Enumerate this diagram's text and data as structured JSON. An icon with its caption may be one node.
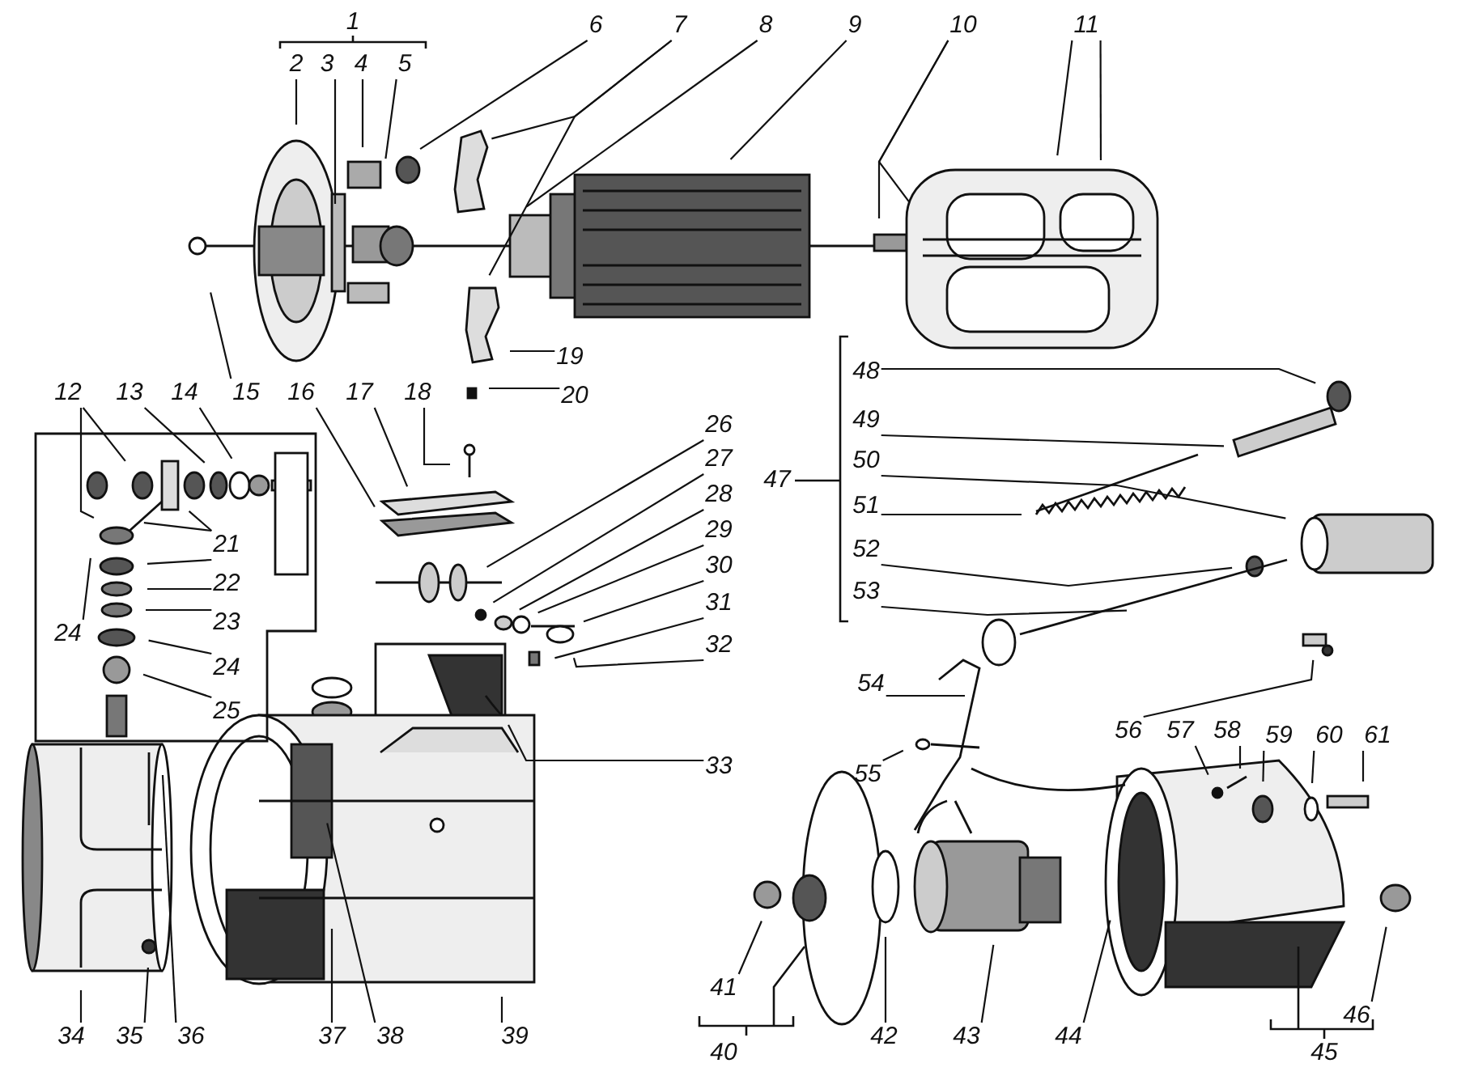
{
  "diagram": {
    "nodes": [
      {
        "text": [
          "2"
        ]
      },
      {
        "text": [
          "3"
        ]
      },
      {
        "text": [
          "4"
        ]
      },
      {
        "text": [
          "5"
        ]
      },
      {
        "text": [
          "6"
        ]
      },
      {
        "text": [
          "7"
        ]
      },
      {
        "text": [
          "8"
        ]
      },
      {
        "text": [
          "9"
        ]
      },
      {
        "text": [
          "10"
        ]
      },
      {
        "text": [
          "11"
        ]
      },
      {
        "text": [
          "12"
        ]
      },
      {
        "text": [
          "13"
        ]
      },
      {
        "text": [
          "14"
        ]
      },
      {
        "text": [
          "15"
        ]
      },
      {
        "text": [
          "16"
        ]
      },
      {
        "text": [
          "17"
        ]
      },
      {
        "text": [
          "18"
        ]
      },
      {
        "text": [
          "19"
        ]
      },
      {
        "text": [
          "20"
        ]
      },
      {
        "text": [
          "21"
        ]
      },
      {
        "text": [
          "22"
        ]
      },
      {
        "text": [
          "23"
        ]
      },
      {
        "text": [
          "24"
        ]
      },
      {
        "text": [
          "24"
        ]
      },
      {
        "text": [
          "25"
        ]
      },
      {
        "text": [
          "26"
        ]
      },
      {
        "text": [
          "27"
        ]
      },
      {
        "text": [
          "28"
        ]
      },
      {
        "text": [
          "29"
        ]
      },
      {
        "text": [
          "30"
        ]
      },
      {
        "text": [
          "31"
        ]
      },
      {
        "text": [
          "32"
        ]
      },
      {
        "text": [
          "33"
        ]
      },
      {
        "text": [
          "34"
        ]
      },
      {
        "text": [
          "35"
        ]
      },
      {
        "text": [
          "36"
        ]
      },
      {
        "text": [
          "37"
        ]
      },
      {
        "text": [
          "38"
        ]
      },
      {
        "text": [
          "39"
        ]
      },
      {
        "text": [
          "41"
        ]
      },
      {
        "text": [
          "42"
        ]
      },
      {
        "text": [
          "43"
        ]
      },
      {
        "text": [
          "44"
        ]
      },
      {
        "text": [
          "46"
        ]
      },
      {
        "text": [
          "48"
        ]
      },
      {
        "text": [
          "49"
        ]
      },
      {
        "text": [
          "50"
        ]
      },
      {
        "text": [
          "51"
        ]
      },
      {
        "text": [
          "52"
        ]
      },
      {
        "text": [
          "53"
        ]
      },
      {
        "text": [
          "54"
        ]
      },
      {
        "text": [
          "55"
        ]
      },
      {
        "text": [
          "56"
        ]
      },
      {
        "text": [
          "57"
        ]
      },
      {
        "text": [
          "58"
        ]
      },
      {
        "text": [
          "59"
        ]
      },
      {
        "text": [
          "60"
        ]
      },
      {
        "text": [
          "61"
        ]
      }
    ],
    "edges": [
      {
        "from": 0,
        "to": null,
        "arrow": "none"
      },
      {
        "from": 1,
        "to": null,
        "arrow": "none"
      },
      {
        "from": 2,
        "to": null,
        "arrow": "none"
      },
      {
        "from": 3,
        "to": null,
        "arrow": "none"
      },
      {
        "from": 4,
        "to": null,
        "arrow": "none"
      },
      {
        "from": 5,
        "to": null,
        "arrow": "none"
      },
      {
        "from": 5,
        "to": null,
        "arrow": "none"
      },
      {
        "from": 6,
        "to": null,
        "arrow": "none"
      },
      {
        "from": 7,
        "to": null,
        "arrow": "none"
      },
      {
        "from": 8,
        "to": null,
        "arrow": "none"
      },
      {
        "from": 8,
        "to": null,
        "arrow": "none"
      },
      {
        "from": 9,
        "to": null,
        "arrow": "none"
      },
      {
        "from": 9,
        "to": null,
        "arrow": "none"
      },
      {
        "from": 10,
        "to": null,
        "arrow": "none"
      },
      {
        "from": 10,
        "to": null,
        "arrow": "none"
      },
      {
        "from": 11,
        "to": null,
        "arrow": "none"
      },
      {
        "from": 12,
        "to": null,
        "arrow": "none"
      },
      {
        "from": 13,
        "to": null,
        "arrow": "none"
      },
      {
        "from": 14,
        "to": null,
        "arrow": "none"
      },
      {
        "from": 15,
        "to": null,
        "arrow": "none"
      },
      {
        "from": 16,
        "to": null,
        "arrow": "none"
      },
      {
        "from": 17,
        "to": null,
        "arrow": "none"
      },
      {
        "from": 18,
        "to": null,
        "arrow": "none"
      },
      {
        "from": 19,
        "to": null,
        "arrow": "none"
      },
      {
        "from": 19,
        "to": null,
        "arrow": "none"
      },
      {
        "from": 19,
        "to": null,
        "arrow": "none"
      },
      {
        "from": 20,
        "to": null,
        "arrow": "none"
      },
      {
        "from": 21,
        "to": null,
        "arrow": "none"
      },
      {
        "from": 22,
        "to": null,
        "arrow": "none"
      },
      {
        "from": 23,
        "to": null,
        "arrow": "none"
      },
      {
        "from": 24,
        "to": null,
        "arrow": "none"
      },
      {
        "from": 25,
        "to": null,
        "arrow": "none"
      },
      {
        "from": 26,
        "to": null,
        "arrow": "none"
      },
      {
        "from": 27,
        "to": null,
        "arrow": "none"
      },
      {
        "from": 28,
        "to": null,
        "arrow": "none"
      },
      {
        "from": 29,
        "to": null,
        "arrow": "none"
      },
      {
        "from": 30,
        "to": null,
        "arrow": "none"
      },
      {
        "from": 31,
        "to": null,
        "arrow": "none"
      },
      {
        "from": 32,
        "to": null,
        "arrow": "none"
      },
      {
        "from": 33,
        "to": null,
        "arrow": "none"
      },
      {
        "from": 34,
        "to": null,
        "arrow": "none"
      },
      {
        "from": 35,
        "to": null,
        "arrow": "none"
      },
      {
        "from": 36,
        "to": null,
        "arrow": "none"
      },
      {
        "from": 37,
        "to": null,
        "arrow": "none"
      },
      {
        "from": 38,
        "to": null,
        "arrow": "none"
      },
      {
        "from": 39,
        "to": null,
        "arrow": "none"
      },
      {
        "from": 40,
        "to": null,
        "arrow": "none"
      },
      {
        "from": 41,
        "to": null,
        "arrow": "none"
      },
      {
        "from": 42,
        "to": null,
        "arrow": "none"
      },
      {
        "from": 43,
        "to": null,
        "arrow": "none"
      },
      {
        "from": 44,
        "to": null,
        "arrow": "none"
      },
      {
        "from": 45,
        "to": null,
        "arrow": "none"
      },
      {
        "from": 46,
        "to": null,
        "arrow": "none"
      },
      {
        "from": 47,
        "to": null,
        "arrow": "none"
      },
      {
        "from": 48,
        "to": null,
        "arrow": "none"
      },
      {
        "from": 49,
        "to": null,
        "arrow": "none"
      },
      {
        "from": 50,
        "to": null,
        "arrow": "none"
      },
      {
        "from": 51,
        "to": null,
        "arrow": "none"
      },
      {
        "from": 52,
        "to": null,
        "arrow": "none"
      },
      {
        "from": 53,
        "to": null,
        "arrow": "none"
      },
      {
        "from": 54,
        "to": null,
        "arrow": "none"
      },
      {
        "from": 55,
        "to": null,
        "arrow": "none"
      },
      {
        "from": 56,
        "to": null,
        "arrow": "none"
      },
      {
        "from": 57,
        "to": null,
        "arrow": "none"
      }
    ],
    "labels": [
      "1",
      "47",
      "40",
      "45"
    ]
  }
}
